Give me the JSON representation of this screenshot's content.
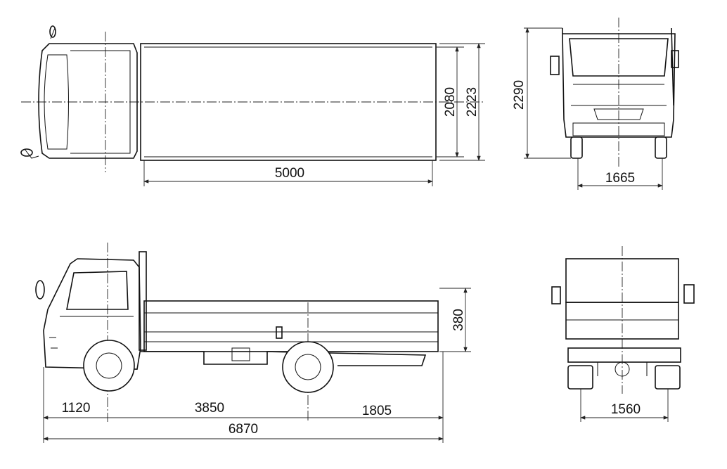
{
  "dimensions": {
    "top_view": {
      "bed_length": "5000",
      "bed_inner_width": "2080",
      "bed_outer_width": "2223"
    },
    "front_view": {
      "overall_height": "2290",
      "front_track": "1665"
    },
    "side_view": {
      "gate_height": "380",
      "front_overhang": "1120",
      "wheelbase": "3850",
      "rear_overhang": "1805",
      "overall_length": "6870"
    },
    "rear_view": {
      "rear_track": "1560"
    }
  }
}
